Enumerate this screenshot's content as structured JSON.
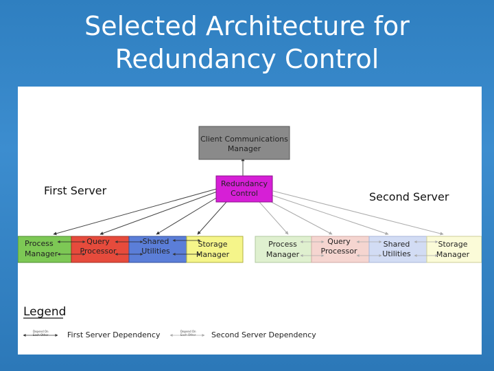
{
  "title": {
    "line1": "Selected Architecture for",
    "line2": "Redundancy Control"
  },
  "diagram": {
    "client": [
      "Client Communications",
      "Manager"
    ],
    "redundancy": [
      "Redundancy",
      "Control"
    ],
    "first_server_label": "First Server",
    "second_server_label": "Second Server",
    "first_server": {
      "process": [
        "Process",
        "Manager"
      ],
      "query": [
        "Query",
        "Processor"
      ],
      "shared": [
        "Shared",
        "Utilities"
      ],
      "storage": [
        "Storage",
        "Manager"
      ]
    },
    "second_server": {
      "process": [
        "Process",
        "Manager"
      ],
      "query": [
        "Query",
        "Processor"
      ],
      "shared": [
        "Shared",
        "Utilities"
      ],
      "storage": [
        "Storage",
        "Manager"
      ]
    },
    "legend": {
      "title": "Legend",
      "arrow_caption": [
        "Depend On",
        "Each Other"
      ],
      "first": "First Server Dependency",
      "second": "Second Server Dependency"
    }
  },
  "colors": {
    "background": "#2f7fc0",
    "client_box": "#8a8a8a",
    "redundancy_box": "#d61fd6",
    "process_first": "#7dc855",
    "query_first": "#e64b3c",
    "shared_first": "#5b7ed8",
    "storage_first": "#f5f58a",
    "process_second": "#dff0cf",
    "query_second": "#f5d5d0",
    "shared_second": "#d2dcf4",
    "storage_second": "#fbfbd8"
  }
}
